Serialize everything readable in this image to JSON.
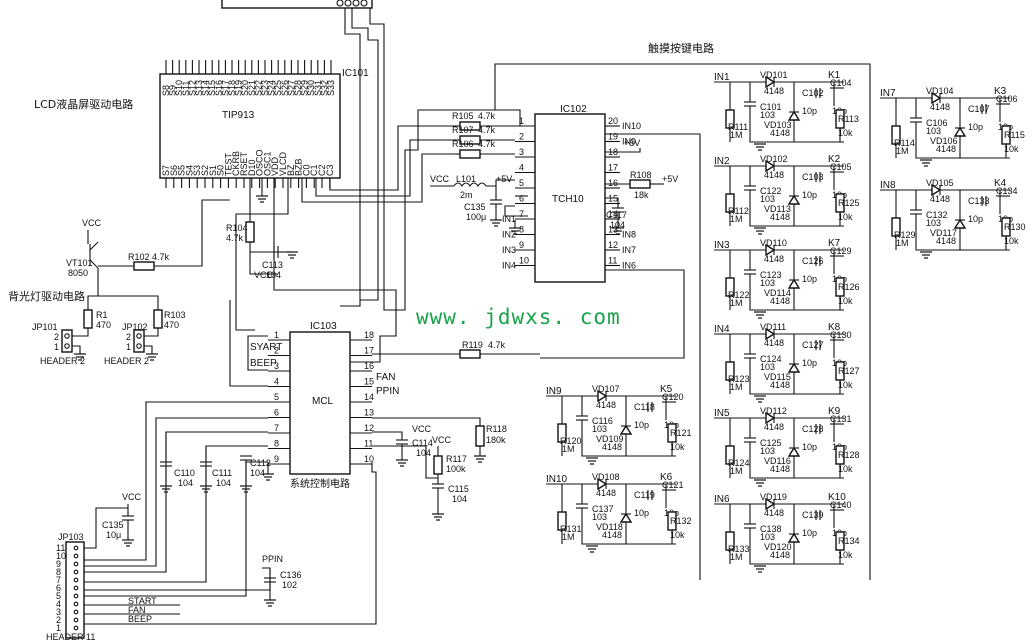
{
  "titles": {
    "lcd": "LCD液晶屏驱动电路",
    "backlight": "背光灯驱动电路",
    "touch": "触摸按键电路",
    "system": "系统控制电路"
  },
  "watermark": "www. jdwxs. com",
  "ics": {
    "tip913": {
      "ref": "IC101",
      "name": "TIP913"
    },
    "tch10": {
      "ref": "IC102",
      "name": "TCH10"
    },
    "mcl": {
      "ref": "IC103",
      "name": "MCL"
    }
  },
  "tip913_top_pins": [
    "S8",
    "S9",
    "S10",
    "S11",
    "S12",
    "S13",
    "S14",
    "S15",
    "S16",
    "S17",
    "S18",
    "S19",
    "S20",
    "S21",
    "S22",
    "S23",
    "S24",
    "S25",
    "S26",
    "S27",
    "S28",
    "S29",
    "S30",
    "S31",
    "S32",
    "S33"
  ],
  "tip913_bottom_pins": [
    "S7",
    "S6",
    "S5",
    "S4",
    "S3",
    "S2",
    "S1",
    "S0",
    "TEST",
    "CKRB",
    "RSET",
    "D10",
    "OSCO",
    "OSC1",
    "VDD",
    "VLCD",
    "BZ",
    "BZB",
    "C0",
    "C1",
    "C2",
    "C3"
  ],
  "tch10_left_pins": [
    "1",
    "2",
    "3",
    "4",
    "5",
    "6",
    "7",
    "8",
    "9",
    "10"
  ],
  "tch10_right_pins": [
    "20",
    "19",
    "18",
    "17",
    "16",
    "15",
    "14",
    "13",
    "12",
    "11"
  ],
  "tch10_left_labels": [
    "",
    "",
    "",
    "",
    "",
    "",
    "",
    "IN1",
    "IN2",
    "IN3",
    "IN4"
  ],
  "tch10_right_labels": [
    "IN10",
    "IN9",
    "",
    "",
    "",
    "",
    "",
    "IN8",
    "IN7",
    "IN6",
    "IN5"
  ],
  "mcl_left_pins": [
    "1",
    "2",
    "3",
    "4",
    "5",
    "6",
    "7",
    "8",
    "9"
  ],
  "mcl_right_pins": [
    "18",
    "17",
    "16",
    "15",
    "14",
    "13",
    "12",
    "11",
    "10"
  ],
  "mcl_left_labels": [
    "SYART",
    "BEEP"
  ],
  "mcl_right_labels": [
    "FAN",
    "PPIN"
  ],
  "parts": {
    "r105": "R105",
    "r105v": "4.7k",
    "r107": "R107",
    "r107v": "4.7k",
    "r106": "R106",
    "r106v": "4.7k",
    "r108": "R108",
    "r108v": "18k",
    "l101": "L101",
    "l101v": "2m",
    "c135": "C135",
    "c135v": "100μ",
    "c117": "C117",
    "c117v": "104",
    "r104": "R104",
    "r104v": "4.7k",
    "c113": "C113",
    "c113v": "104",
    "vt101": "VT101",
    "vt101v": "8050",
    "r102": "R102",
    "r102v": "4.7k",
    "r1": "R1",
    "r1v": "470",
    "r103": "R103",
    "r103v": "470",
    "jp101": "JP101",
    "jp102": "JP102",
    "header2": "HEADER 2",
    "r119": "R119",
    "r119v": "4.7k",
    "r118": "R118",
    "r118v": "180k",
    "r117": "R117",
    "r117v": "100k",
    "c114": "C114",
    "c114v": "104",
    "c115": "C115",
    "c115v": "104",
    "c110": "C110",
    "c110v": "104",
    "c111": "C111",
    "c111v": "104",
    "c112": "C112",
    "c112v": "104",
    "c135b": "C135",
    "c135bv": "10μ",
    "c136": "C136",
    "c136v": "102",
    "jp103": "JP103",
    "header11": "HEADER 11"
  },
  "net": {
    "vcc": "VCC",
    "p5v": "+5V",
    "ppin": "PPIN",
    "start": "START",
    "fan": "FAN",
    "beep": "BEEP"
  },
  "jp103_pins": [
    "11",
    "10",
    "9",
    "8",
    "7",
    "6",
    "5",
    "4",
    "3",
    "2",
    "1"
  ],
  "jp_pins": [
    "2",
    "1"
  ],
  "touch_cells": [
    {
      "in": "IN1",
      "k": "K1",
      "vd1": "VD101",
      "vd1v": "4148",
      "r": "R111",
      "rv": "1M",
      "c1": "C101",
      "c1v": "103",
      "vd2": "VD103",
      "vd2v": "4148",
      "c2": "C102",
      "c2v": "10p",
      "c3": "C104",
      "c3v": "10p",
      "r2": "R113",
      "r2v": "10k"
    },
    {
      "in": "IN2",
      "k": "K2",
      "vd1": "VD102",
      "vd1v": "4148",
      "r": "R112",
      "rv": "1M",
      "c1": "C122",
      "c1v": "103",
      "vd2": "VD113",
      "vd2v": "4148",
      "c2": "C103",
      "c2v": "10p",
      "c3": "C105",
      "c3v": "10p",
      "r2": "R125",
      "r2v": "10k"
    },
    {
      "in": "IN3",
      "k": "K7",
      "vd1": "VD110",
      "vd1v": "4148",
      "r": "R122",
      "rv": "1M",
      "c1": "C123",
      "c1v": "103",
      "vd2": "VD114",
      "vd2v": "4148",
      "c2": "C126",
      "c2v": "10p",
      "c3": "C129",
      "c3v": "10p",
      "r2": "R126",
      "r2v": "10k"
    },
    {
      "in": "IN4",
      "k": "K8",
      "vd1": "VD111",
      "vd1v": "4148",
      "r": "R123",
      "rv": "1M",
      "c1": "C124",
      "c1v": "103",
      "vd2": "VD115",
      "vd2v": "4148",
      "c2": "C127",
      "c2v": "10p",
      "c3": "C130",
      "c3v": "10p",
      "r2": "R127",
      "r2v": "10k"
    },
    {
      "in": "IN5",
      "k": "K9",
      "vd1": "VD112",
      "vd1v": "4148",
      "r": "R124",
      "rv": "1M",
      "c1": "C125",
      "c1v": "103",
      "vd2": "VD116",
      "vd2v": "4148",
      "c2": "C128",
      "c2v": "10p",
      "c3": "C131",
      "c3v": "10p",
      "r2": "R128",
      "r2v": "10k"
    },
    {
      "in": "IN6",
      "k": "K10",
      "vd1": "VD119",
      "vd1v": "4148",
      "r": "R133",
      "rv": "1M",
      "c1": "C138",
      "c1v": "103",
      "vd2": "VD120",
      "vd2v": "4148",
      "c2": "C139",
      "c2v": "10p",
      "c3": "C140",
      "c3v": "10p",
      "r2": "R134",
      "r2v": "10k"
    },
    {
      "in": "IN7",
      "k": "K3",
      "vd1": "VD104",
      "vd1v": "4148",
      "r": "R114",
      "rv": "1M",
      "c1": "C106",
      "c1v": "103",
      "vd2": "VD106",
      "vd2v": "4148",
      "c2": "C107",
      "c2v": "10p",
      "c3": "C106",
      "c3v": "10p",
      "r2": "R115",
      "r2v": "10k"
    },
    {
      "in": "IN8",
      "k": "K4",
      "vd1": "VD105",
      "vd1v": "4148",
      "r": "R129",
      "rv": "1M",
      "c1": "C132",
      "c1v": "103",
      "vd2": "VD117",
      "vd2v": "4148",
      "c2": "C133",
      "c2v": "10p",
      "c3": "C134",
      "c3v": "10p",
      "r2": "R130",
      "r2v": "10k"
    },
    {
      "in": "IN9",
      "k": "K5",
      "vd1": "VD107",
      "vd1v": "4148",
      "r": "R120",
      "rv": "1M",
      "c1": "C116",
      "c1v": "103",
      "vd2": "VD109",
      "vd2v": "4148",
      "c2": "C118",
      "c2v": "10p",
      "c3": "C120",
      "c3v": "10p",
      "r2": "R121",
      "r2v": "10k"
    },
    {
      "in": "IN10",
      "k": "K6",
      "vd1": "VD108",
      "vd1v": "4148",
      "r": "R131",
      "rv": "1M",
      "c1": "C137",
      "c1v": "103",
      "vd2": "VD118",
      "vd2v": "4148",
      "c2": "C119",
      "c2v": "10p",
      "c3": "C121",
      "c3v": "10p",
      "r2": "R132",
      "r2v": "10k"
    }
  ]
}
